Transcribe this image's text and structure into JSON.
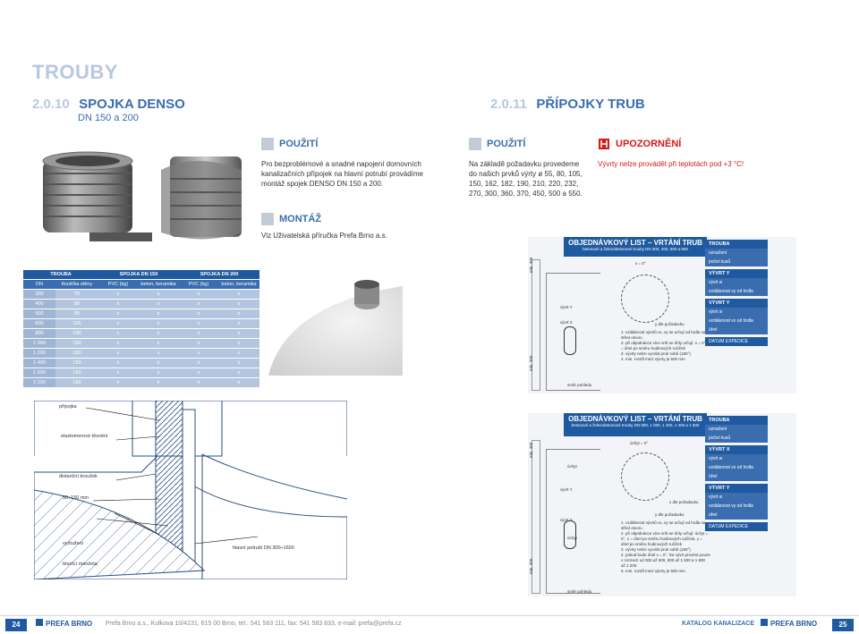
{
  "page_title": "TROUBY",
  "section_left": {
    "number": "2.0.10",
    "name": "SPOJKA DENSO",
    "subtitle": "DN 150 a 200"
  },
  "section_right": {
    "number": "2.0.11",
    "name": "PŘÍPOJKY TRUB"
  },
  "usage_left": {
    "heading": "POUŽITÍ",
    "text": "Pro bezproblémové a snadné napojení domovních kanalizačních přípojek na hlavní potrubí provádíme montáž spojek DENSO DN 150 a 200."
  },
  "mounting": {
    "heading": "MONTÁŽ",
    "text": "Viz Uživatelská příručka Prefa Brno a.s."
  },
  "usage_right": {
    "heading": "POUŽITÍ",
    "text": "Na základě požadavku provedeme do našich prvků výrty ø 55, 80, 105, 150, 162, 182, 190, 210, 220, 232, 270, 300, 360, 370, 450, 500 a 550."
  },
  "warning": {
    "heading": "UPOZORNĚNÍ",
    "text": "Vývrty nelze provádět při teplotách pod +3 °C!"
  },
  "dn_table": {
    "group_headers": [
      "TROUBA",
      "SPOJKA DN 150",
      "SPOJKA DN 200"
    ],
    "columns": [
      "DN",
      "tloušťka stěny",
      "PVC (kg)",
      "beton, keramika",
      "PVC (kg)",
      "beton, keramika"
    ],
    "rows": [
      [
        "300",
        "70",
        "x",
        "x",
        "x",
        "x"
      ],
      [
        "400",
        "80",
        "x",
        "x",
        "x",
        "x"
      ],
      [
        "500",
        "85",
        "x",
        "x",
        "x",
        "x"
      ],
      [
        "600",
        "105",
        "x",
        "x",
        "x",
        "x"
      ],
      [
        "800",
        "130",
        "x",
        "x",
        "x",
        "x"
      ],
      [
        "1 000",
        "150",
        "x",
        "x",
        "x",
        "x"
      ],
      [
        "1 200",
        "150",
        "x",
        "x",
        "x",
        "x"
      ],
      [
        "1 400",
        "150",
        "x",
        "x",
        "x",
        "x"
      ],
      [
        "1 600",
        "150",
        "x",
        "x",
        "x",
        "x"
      ],
      [
        "2 200",
        "150",
        "x",
        "x",
        "x",
        "x"
      ]
    ]
  },
  "diagram_labels": {
    "connection": "přípojka",
    "elastomer": "elastomerové těsnění",
    "spacer": "distanční kroužek",
    "gap": "50÷150 mm",
    "reinforcement": "vyztužení",
    "sealing_sleeve": "těsnící manžeta",
    "main_pipe": "hlavní potrubí DN 300÷1600"
  },
  "form1": {
    "title": "OBJEDNÁVKOVÝ LIST – VRTÁNÍ TRUB",
    "subtitle": "betonové a železobetonové trouby DN 300, 400, 500 a 600",
    "angle": "x = 0°",
    "label_y": "vývrt Y",
    "label_x": "vývrt X",
    "y_desc": "y dle požadavku",
    "view": "směr pohledu",
    "min_top": "min. 300",
    "min_bottom": "min. 300",
    "notes": [
      "1. vzdálenost vývrtů vx, vy se určují od hrdla na střed otvoru",
      "2. při objednávce více vrtů se úhly určují: x = 0°, y = úhel po směru hodinových ručiček",
      "3. vývrty nelze vyrobit proti sobě (180°)",
      "4. min. rozdíl mezi vývrty je 500 mm"
    ],
    "side": {
      "title": "TROUBA",
      "items": [
        "označení",
        "počet kusů"
      ],
      "bore_y": "VÝVRT Y",
      "bore_y_items": [
        "vývrt ø",
        "vzdálenost vy od hrdla"
      ],
      "bore_x": "VÝVRT Y",
      "bore_x_items": [
        "vývrt ø",
        "vzdálenost vx od hrdla",
        "úhel"
      ],
      "date": "DATUM EXPEDICE"
    }
  },
  "form2": {
    "title": "OBJEDNÁVKOVÝ LIST – VRTÁNÍ TRUB",
    "subtitle": "betonové a železobetonové trouby DN 800, 1 000, 1 200, 1 400 a 1 600",
    "angle": "úchyt = 0°",
    "label_hook_top": "úchyt",
    "label_y": "vývrt Y",
    "label_x": "vývrt X",
    "label_hook_bottom": "úchyt",
    "x_desc": "x dle požadavku",
    "y_desc": "y dle požadavku",
    "view": "směr pohledu",
    "min_top": "min. 300",
    "min_bottom": "min. 300",
    "notes": [
      "1. vzdálenost vývrtů vx, vy se určují od hrdla na střed otvoru",
      "2. při objednávce více vrtů se úhly určují: úchyt = 0°, x = úhel po směru hodinových ručiček, y = úhel po směru hodinových ručiček",
      "3. vývrty nelze vyrobit proti sobě (180°)",
      "4. pokud bude úhel x = 0°, lze vývrt provést pouze v rozmezí od 300 až 600, 900 až 1 500 a 1 800 až 2 200.",
      "5. min. rozdíl mezi vývrty je 500 mm"
    ],
    "side": {
      "title": "TROUBA",
      "items": [
        "označení",
        "počet kusů"
      ],
      "bore_x": "VÝVRT X",
      "bore_x_items": [
        "vývrt ø",
        "vzdálenost vx od hrdla",
        "úhel"
      ],
      "bore_y": "VÝVRT Y",
      "bore_y_items": [
        "vývrt ø",
        "vzdálenost vy od hrdla",
        "úhel"
      ],
      "date": "DATUM EXPEDICE"
    }
  },
  "footer": {
    "page_left": "24",
    "brand": "PREFA BRNO",
    "contact": "Prefa Brno a.s., Kulkova 10/4231, 615 00 Brno, tel.: 541 583 111, fax: 541 583 833, e-mail: prefa@prefa.cz",
    "catalog": "KATALOG KANALIZACE",
    "page_right": "25"
  },
  "colors": {
    "accent": "#3a6db0",
    "dark": "#1f5aa0",
    "light": "#b8c8e0",
    "warning": "#d21a1a"
  }
}
